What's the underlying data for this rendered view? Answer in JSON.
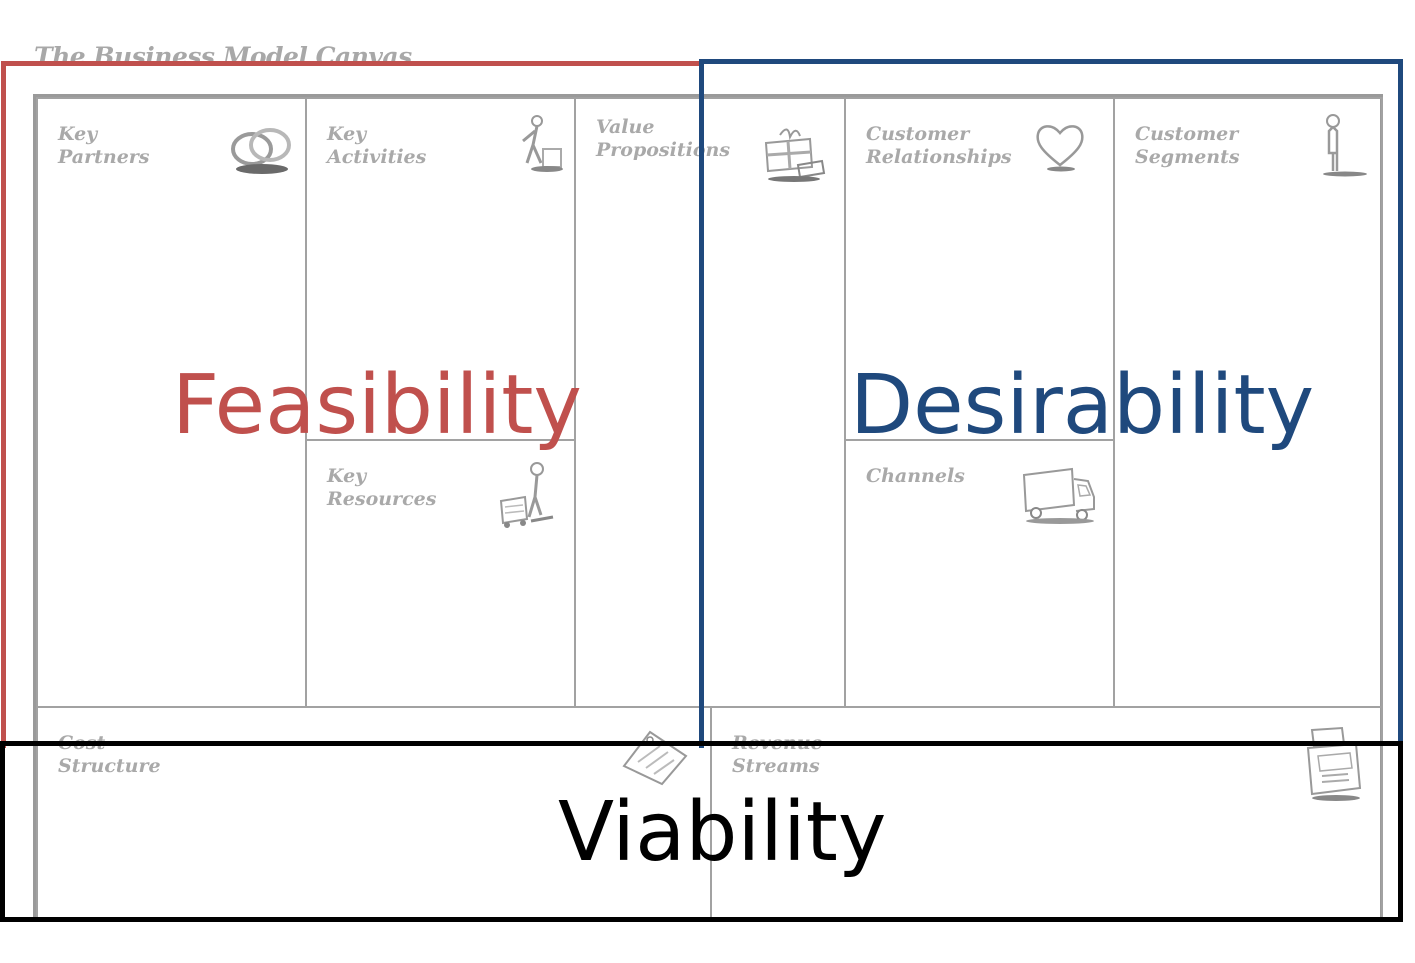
{
  "title": "The Business Model Canvas",
  "blocks": {
    "key_partners": "Key\nPartners",
    "key_activities": "Key\nActivities",
    "key_resources": "Key\nResources",
    "value_propositions": "Value\nPropositions",
    "customer_relationships": "Customer\nRelationships",
    "channels": "Channels",
    "customer_segments": "Customer\nSegments",
    "cost_structure": "Cost\nStructure",
    "revenue_streams": "Revenue\nStreams"
  },
  "overlays": {
    "feasibility": {
      "label": "Feasibility",
      "color": "#c0504d"
    },
    "desirability": {
      "label": "Desirability",
      "color": "#1f497d"
    },
    "viability": {
      "label": "Viability",
      "color": "#000000"
    }
  },
  "icons": {
    "key_partners": "linked-rings-icon",
    "key_activities": "worker-icon",
    "key_resources": "worker-with-cart-icon",
    "value_propositions": "gift-icon",
    "customer_relationships": "heart-icon",
    "channels": "truck-icon",
    "customer_segments": "person-icon",
    "cost_structure": "price-tag-icon",
    "revenue_streams": "cash-register-icon"
  }
}
